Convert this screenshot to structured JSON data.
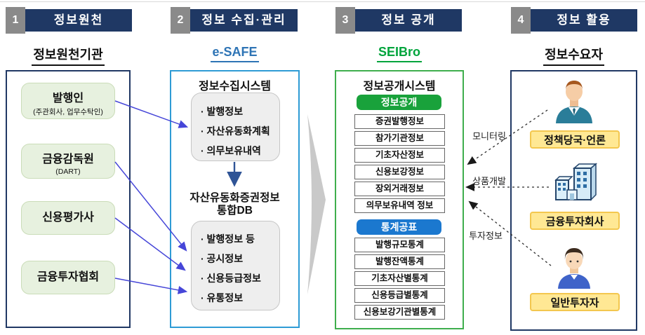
{
  "colors": {
    "header_navy": "#1f3864",
    "step_gray": "#8a8a8a",
    "esafe_blue": "#2e74b5",
    "seibro_green": "#00a43c",
    "col2_border_blue": "#2e9bd5",
    "col3_border_green": "#3fae4d",
    "source_item_green": "#e7f1df",
    "db_box_gray": "#eeeeee",
    "disclosure_green": "#19a23b",
    "statistics_blue": "#1b78cf",
    "consumer_yellow": "#ffe894",
    "consumer_yellow_border": "#f3c74f",
    "flow_arrow_blue": "#4646d8",
    "down_arrow_navy": "#2f5496",
    "big_arrow_gray": "#c9c9c9"
  },
  "columns": {
    "c1": {
      "step": "1",
      "header": "정보원천",
      "subtitle": "정보원천기관",
      "items": [
        {
          "title": "발행인",
          "sub": "(주관회사, 업무수탁인)"
        },
        {
          "title": "금융감독원",
          "sub": "(DART)"
        },
        {
          "title": "신용평가사",
          "sub": ""
        },
        {
          "title": "금융투자협회",
          "sub": ""
        }
      ]
    },
    "c2": {
      "step": "2",
      "header": "정보 수집·관리",
      "subtitle": "e-SAFE",
      "collection_title": "정보수집시스템",
      "collection_items": [
        "· 발행정보",
        "· 자산유동화계획",
        "· 의무보유내역"
      ],
      "db_title_line1": "자산유동화증권정보",
      "db_title_line2": "통합DB",
      "db_items": [
        "· 발행정보 등",
        "· 공시정보",
        "· 신용등급정보",
        "· 유통정보"
      ]
    },
    "c3": {
      "step": "3",
      "header": "정보 공개",
      "subtitle": "SEIBro",
      "system_title": "정보공개시스템",
      "disclosure_label": "정보공개",
      "disclosure_items": [
        "증권발행정보",
        "참가기관정보",
        "기초자산정보",
        "신용보강정보",
        "장외거래정보",
        "의무보유내역 정보"
      ],
      "statistics_label": "통계공표",
      "statistics_items": [
        "발행규모통계",
        "발행잔액통계",
        "기초자산별통계",
        "신용등급별통계",
        "신용보강기관별통계"
      ]
    },
    "c4": {
      "step": "4",
      "header": "정보 활용",
      "subtitle": "정보수요자",
      "consumers": [
        {
          "icon": "business-person-icon",
          "label": "정책당국·언론"
        },
        {
          "icon": "building-icon",
          "label": "금융투자회사"
        },
        {
          "icon": "investor-person-icon",
          "label": "일반투자자"
        }
      ]
    }
  },
  "flow_labels": {
    "monitoring": "모니터링",
    "product_development": "상품개발",
    "investment_info": "투자정보"
  }
}
